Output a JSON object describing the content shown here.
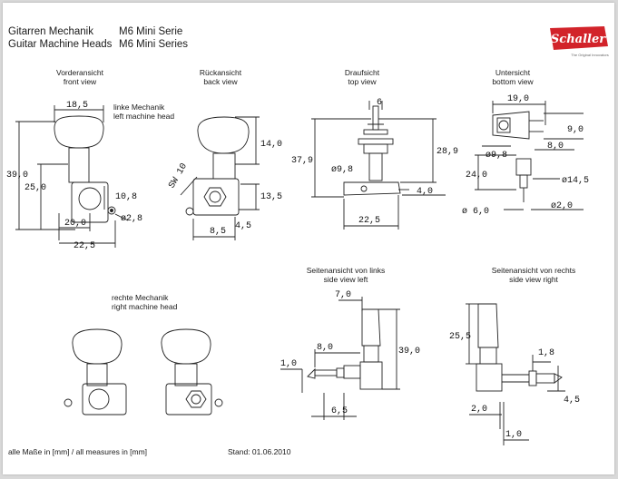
{
  "header": {
    "title_de": "Gitarren Mechanik",
    "title_en": "Guitar Machine Heads",
    "series_de": "M6 Mini Serie",
    "series_en": "M6 Mini Series"
  },
  "brand": {
    "name": "Schaller",
    "tagline": "The Original Innovators",
    "color": "#d2232a"
  },
  "views": {
    "front_de": "Vorderansicht",
    "front_en": "front view",
    "back_de": "Rückansicht",
    "back_en": "back view",
    "top_de": "Draufsicht",
    "top_en": "top view",
    "bottom_de": "Untersicht",
    "bottom_en": "bottom view",
    "left_de": "Seitenansicht von links",
    "left_en": "side view left",
    "right_de": "Seitenansicht von rechts",
    "right_en": "side view right"
  },
  "labels": {
    "left_head_de": "linke Mechanik",
    "left_head_en": "left machine head",
    "right_head_de": "rechte Mechanik",
    "right_head_en": "right machine head"
  },
  "dims": {
    "front": [
      "18,5",
      "39,0",
      "25,0",
      "10,8",
      "ø2,8",
      "20,0",
      "22,5"
    ],
    "back": [
      "14,0",
      "SW 10",
      "13,5",
      "4,5",
      "8,5"
    ],
    "top": [
      "6",
      "37,9",
      "28,9",
      "ø9,8",
      "4,0",
      "22,5"
    ],
    "bottom": [
      "19,0",
      "9,0",
      "ø9,8",
      "8,0",
      "24,0",
      "ø14,5",
      "ø 6,0",
      "ø2,0"
    ],
    "side_left": [
      "7,0",
      "8,0",
      "39,0",
      "1,0",
      "6,5"
    ],
    "side_right": [
      "25,5",
      "1,8",
      "4,5",
      "2,0",
      "1,0"
    ]
  },
  "footer": {
    "measures": "alle Maße in [mm] / all measures in [mm]",
    "stand": "Stand: 01.06.2010"
  }
}
